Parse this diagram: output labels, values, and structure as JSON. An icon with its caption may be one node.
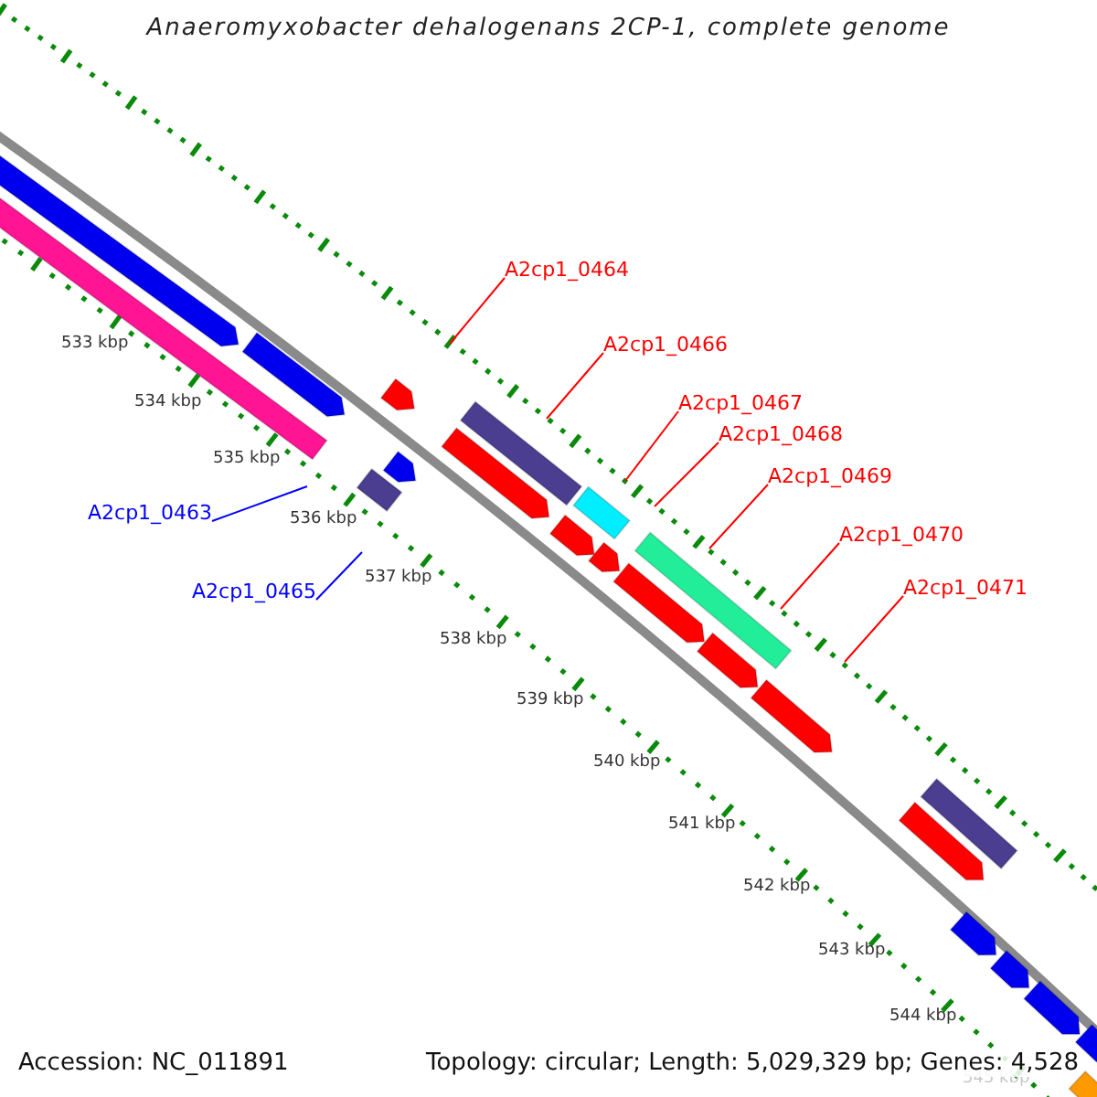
{
  "diagram": {
    "title": "Anaeromyxobacter dehalogenans 2CP-1, complete genome",
    "nodes": [
      {
        "text": [
          "A2cp1_0464"
        ]
      },
      {
        "text": [
          "A2cp1_0466"
        ]
      },
      {
        "text": [
          "A2cp1_0467"
        ]
      },
      {
        "text": [
          "A2cp1_0468"
        ]
      },
      {
        "text": [
          "A2cp1_0469"
        ]
      },
      {
        "text": [
          "A2cp1_0463"
        ]
      },
      {
        "text": [
          "A2cp1_0470"
        ]
      },
      {
        "text": [
          "A2cp1_0471"
        ]
      },
      {
        "text": [
          "A2cp1_0465"
        ]
      }
    ],
    "edges": [
      {
        "from": 0,
        "to": null,
        "arrow": "none"
      },
      {
        "from": 1,
        "to": null,
        "arrow": "none"
      },
      {
        "from": 2,
        "to": null,
        "arrow": "none"
      },
      {
        "from": 3,
        "to": null,
        "arrow": "none"
      },
      {
        "from": 4,
        "to": null,
        "arrow": "none"
      },
      {
        "from": 5,
        "to": null,
        "arrow": "none",
        "color": "#0000ff"
      },
      {
        "from": 6,
        "to": null,
        "arrow": "none"
      },
      {
        "from": 7,
        "to": null,
        "arrow": "none"
      },
      {
        "from": 8,
        "to": null,
        "arrow": "none",
        "color": "#0000ff"
      }
    ],
    "labels": [
      "533 kbp",
      "534 kbp",
      "535 kbp",
      "536 kbp",
      "537 kbp",
      "538 kbp",
      "539 kbp",
      "540 kbp",
      "541 kbp",
      "542 kbp",
      "543 kbp",
      "544 kbp",
      "Accession: NC_011891",
      "Topology: circular; Length: 5,029,329 bp; Genes: 4,528",
      "545 kbp"
    ]
  }
}
